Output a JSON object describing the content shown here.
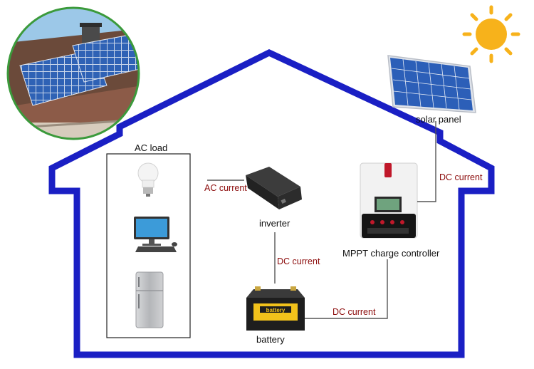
{
  "labels": {
    "ac_load": "AC load",
    "ac_current": "AC current",
    "inverter": "inverter",
    "dc_current_inverter_battery": "DC current",
    "battery": "battery",
    "dc_current_battery_controller": "DC current",
    "controller": "MPPT charge controller",
    "dc_current_panel_controller": "DC current",
    "solar_panel": "solar panel",
    "battery_sticker": "battery"
  },
  "colors": {
    "house_outline": "#1a1fc4",
    "wire": "#555555",
    "current_label": "#8b0a0a",
    "sun": "#f7b21b",
    "panel_cell": "#2c5fb8"
  },
  "icons": [
    "sun-icon",
    "roof-photo",
    "solar-panel-icon",
    "charge-controller-icon",
    "inverter-icon",
    "battery-icon",
    "light-bulb-icon",
    "computer-icon",
    "refrigerator-icon"
  ]
}
